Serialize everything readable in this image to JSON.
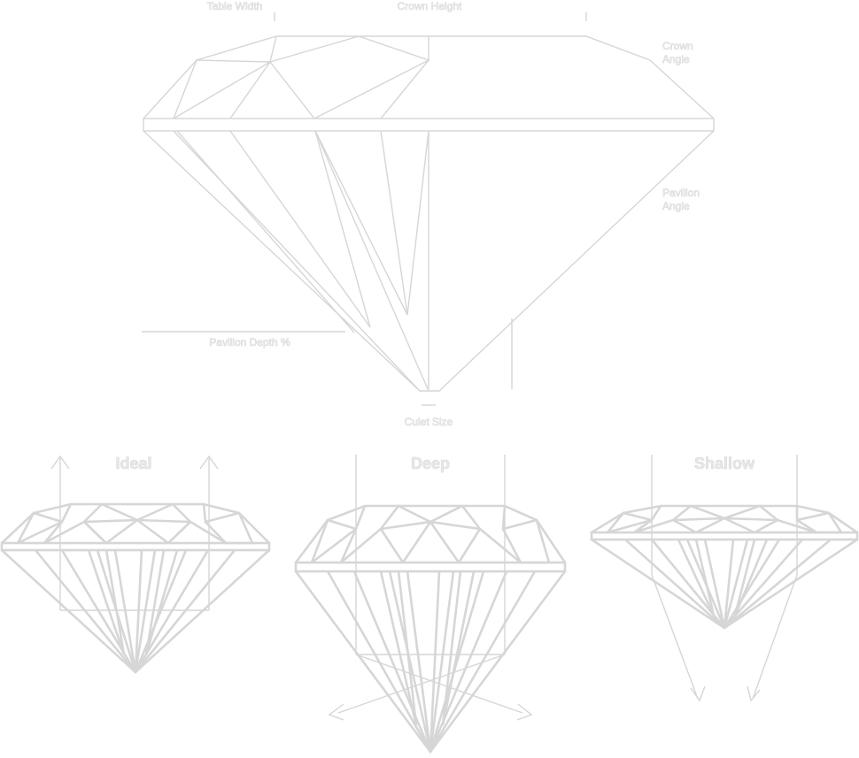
{
  "diagram": {
    "main_labels": {
      "table_width": "Table Width",
      "crown_height": "Crown Height",
      "crown_angle_line1": "Crown",
      "crown_angle_line2": "Angle",
      "pavilion_angle_line1": "Pavilion",
      "pavilion_angle_line2": "Angle",
      "pavilion_depth": "Pavilion Depth %",
      "culet_size": "Culet Size"
    },
    "cut_examples": [
      {
        "label": "Ideal"
      },
      {
        "label": "Deep"
      },
      {
        "label": "Shallow"
      }
    ],
    "colors": {
      "line": "#d6d6d6",
      "label_fill": "#e6e6e6",
      "background": "#ffffff"
    }
  }
}
